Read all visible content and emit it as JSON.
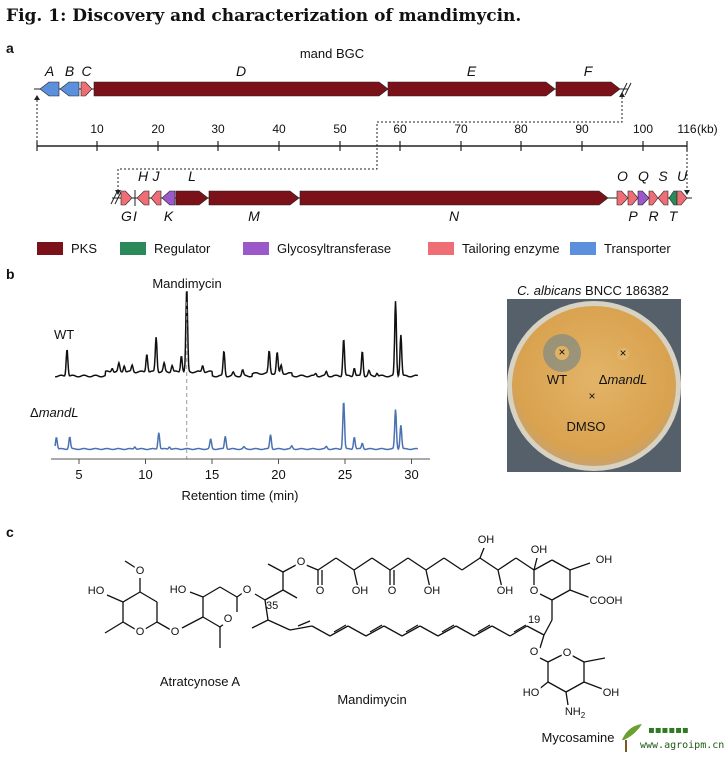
{
  "figure_title": "Fig. 1: Discovery and characterization of mandimycin.",
  "panels": {
    "a": "a",
    "b": "b",
    "c": "c"
  },
  "colors": {
    "PKS": "#7b1219",
    "Regulator": "#2c8a5a",
    "Glycosyltransferase": "#9a58c9",
    "Tailoring enzyme": "#ef6d74",
    "Transporter": "#5d90dc"
  },
  "panel_a": {
    "cluster_title": "mand BGC",
    "axis_ticks": [
      "10",
      "20",
      "30",
      "40",
      "50",
      "60",
      "70",
      "80",
      "90",
      "100",
      "116"
    ],
    "axis_unit": "(kb)",
    "genes_top": [
      {
        "name": "A",
        "type": "Transporter"
      },
      {
        "name": "B",
        "type": "Transporter"
      },
      {
        "name": "C",
        "type": "Tailoring enzyme"
      },
      {
        "name": "D",
        "type": "PKS"
      },
      {
        "name": "E",
        "type": "PKS"
      },
      {
        "name": "F",
        "type": "PKS"
      }
    ],
    "genes_bottom": [
      {
        "name": "G",
        "type": "Tailoring enzyme"
      },
      {
        "name": "I",
        "type": "Tailoring enzyme"
      },
      {
        "name": "H",
        "type": "Tailoring enzyme"
      },
      {
        "name": "J",
        "type": "Tailoring enzyme"
      },
      {
        "name": "K",
        "type": "Glycosyltransferase"
      },
      {
        "name": "L",
        "type": "PKS"
      },
      {
        "name": "M",
        "type": "PKS"
      },
      {
        "name": "N",
        "type": "PKS"
      },
      {
        "name": "O",
        "type": "Tailoring enzyme"
      },
      {
        "name": "P",
        "type": "Tailoring enzyme"
      },
      {
        "name": "Q",
        "type": "Glycosyltransferase"
      },
      {
        "name": "R",
        "type": "Tailoring enzyme"
      },
      {
        "name": "S",
        "type": "Tailoring enzyme"
      },
      {
        "name": "T",
        "type": "Regulator"
      },
      {
        "name": "U",
        "type": "Tailoring enzyme"
      }
    ],
    "legend": [
      "PKS",
      "Regulator",
      "Glycosyltransferase",
      "Tailoring enzyme",
      "Transporter"
    ]
  },
  "chart_data": {
    "type": "line",
    "title": "",
    "xlabel": "Retention time (min)",
    "ylabel": "",
    "xlim": [
      3,
      31
    ],
    "xticks": [
      "5",
      "10",
      "15",
      "20",
      "25",
      "30"
    ],
    "annotation": "Mandimycin",
    "annotation_x": 13.1,
    "series": [
      {
        "name": "WT",
        "color": "#111111",
        "peaks": [
          [
            4.1,
            0.33
          ],
          [
            7.5,
            0.05
          ],
          [
            8.0,
            0.1
          ],
          [
            8.4,
            0.08
          ],
          [
            9.0,
            0.08
          ],
          [
            10.1,
            0.22
          ],
          [
            10.8,
            0.42
          ],
          [
            11.4,
            0.1
          ],
          [
            12.0,
            0.08
          ],
          [
            12.7,
            0.2
          ],
          [
            13.1,
            1.0
          ],
          [
            14.3,
            0.08
          ],
          [
            15.9,
            0.3
          ],
          [
            16.6,
            0.04
          ],
          [
            17.3,
            0.07
          ],
          [
            19.3,
            0.27
          ],
          [
            19.9,
            0.25
          ],
          [
            20.2,
            0.1
          ],
          [
            22.8,
            0.03
          ],
          [
            23.6,
            0.05
          ],
          [
            24.9,
            0.45
          ],
          [
            25.7,
            0.1
          ],
          [
            26.3,
            0.3
          ],
          [
            26.8,
            0.06
          ],
          [
            27.4,
            0.04
          ],
          [
            28.8,
            0.9
          ],
          [
            29.2,
            0.5
          ]
        ]
      },
      {
        "name": "ΔmandL",
        "color": "#4a72b0",
        "peaks": [
          [
            3.3,
            0.25
          ],
          [
            4.3,
            0.25
          ],
          [
            9.2,
            0.05
          ],
          [
            11.0,
            0.35
          ],
          [
            11.8,
            0.05
          ],
          [
            14.9,
            0.2
          ],
          [
            16.0,
            0.27
          ],
          [
            17.4,
            0.04
          ],
          [
            19.4,
            0.3
          ],
          [
            21.0,
            0.06
          ],
          [
            23.6,
            0.05
          ],
          [
            24.9,
            1.0
          ],
          [
            25.7,
            0.25
          ],
          [
            26.3,
            0.12
          ],
          [
            28.8,
            0.82
          ],
          [
            29.2,
            0.5
          ]
        ]
      }
    ]
  },
  "trace_labels": {
    "wt": "WT",
    "delta": "Δ",
    "mutant": "mandL"
  },
  "plate": {
    "title_species": "C. albicans",
    "title_strain": "BNCC 186382",
    "mark": "×",
    "wt_label": "WT",
    "delta": "Δ",
    "mutant_label": "mandL",
    "dmso_label": "DMSO"
  },
  "panel_c": {
    "labels": {
      "atratcynose": "Atratcynose A",
      "mandimycin": "Mandimycin",
      "mycosamine": "Mycosamine",
      "c35": "35",
      "c19": "19"
    },
    "atoms": {
      "O": "O",
      "OH": "OH",
      "HO": "HO",
      "COOH": "COOH",
      "NH2": "NH",
      "NH2_sub": "2"
    }
  },
  "watermark": {
    "url": "www.agroipm.cn"
  }
}
